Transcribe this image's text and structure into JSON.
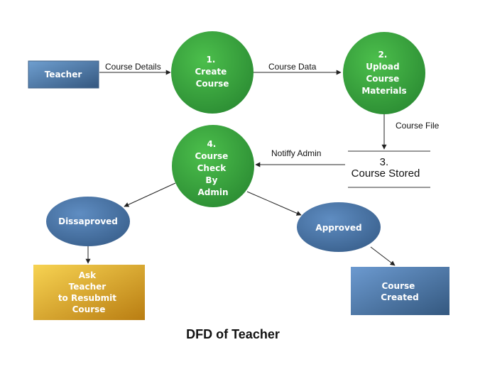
{
  "title": "DFD of Teacher",
  "colors": {
    "process_green": "#38a23e",
    "entity_blue": "#4f7aa8",
    "result_blue": "#5080b2",
    "reject_yellow": "#e2a92a",
    "edge": "#222222"
  },
  "nodes": {
    "teacher": {
      "lines": [
        "Teacher"
      ]
    },
    "create_course": {
      "lines": [
        "1.",
        "Create",
        "Course"
      ]
    },
    "upload_materials": {
      "lines": [
        "2.",
        "Upload",
        "Course",
        "Materials"
      ]
    },
    "course_stored": {
      "lines": [
        "3.",
        "Course Stored"
      ]
    },
    "course_check": {
      "lines": [
        "4.",
        "Course",
        "Check",
        "By",
        "Admin"
      ]
    },
    "dissaproved": {
      "lines": [
        "Dissaproved"
      ]
    },
    "approved": {
      "lines": [
        "Approved"
      ]
    },
    "ask_teacher": {
      "lines": [
        "Ask",
        "Teacher",
        "to Resubmit",
        "Course"
      ]
    },
    "course_created": {
      "lines": [
        "Course",
        "Created"
      ]
    }
  },
  "edges": {
    "course_details": "Course Details",
    "course_data": "Course Data",
    "course_file": "Course File",
    "notify_admin": "Notiffy Admin"
  }
}
